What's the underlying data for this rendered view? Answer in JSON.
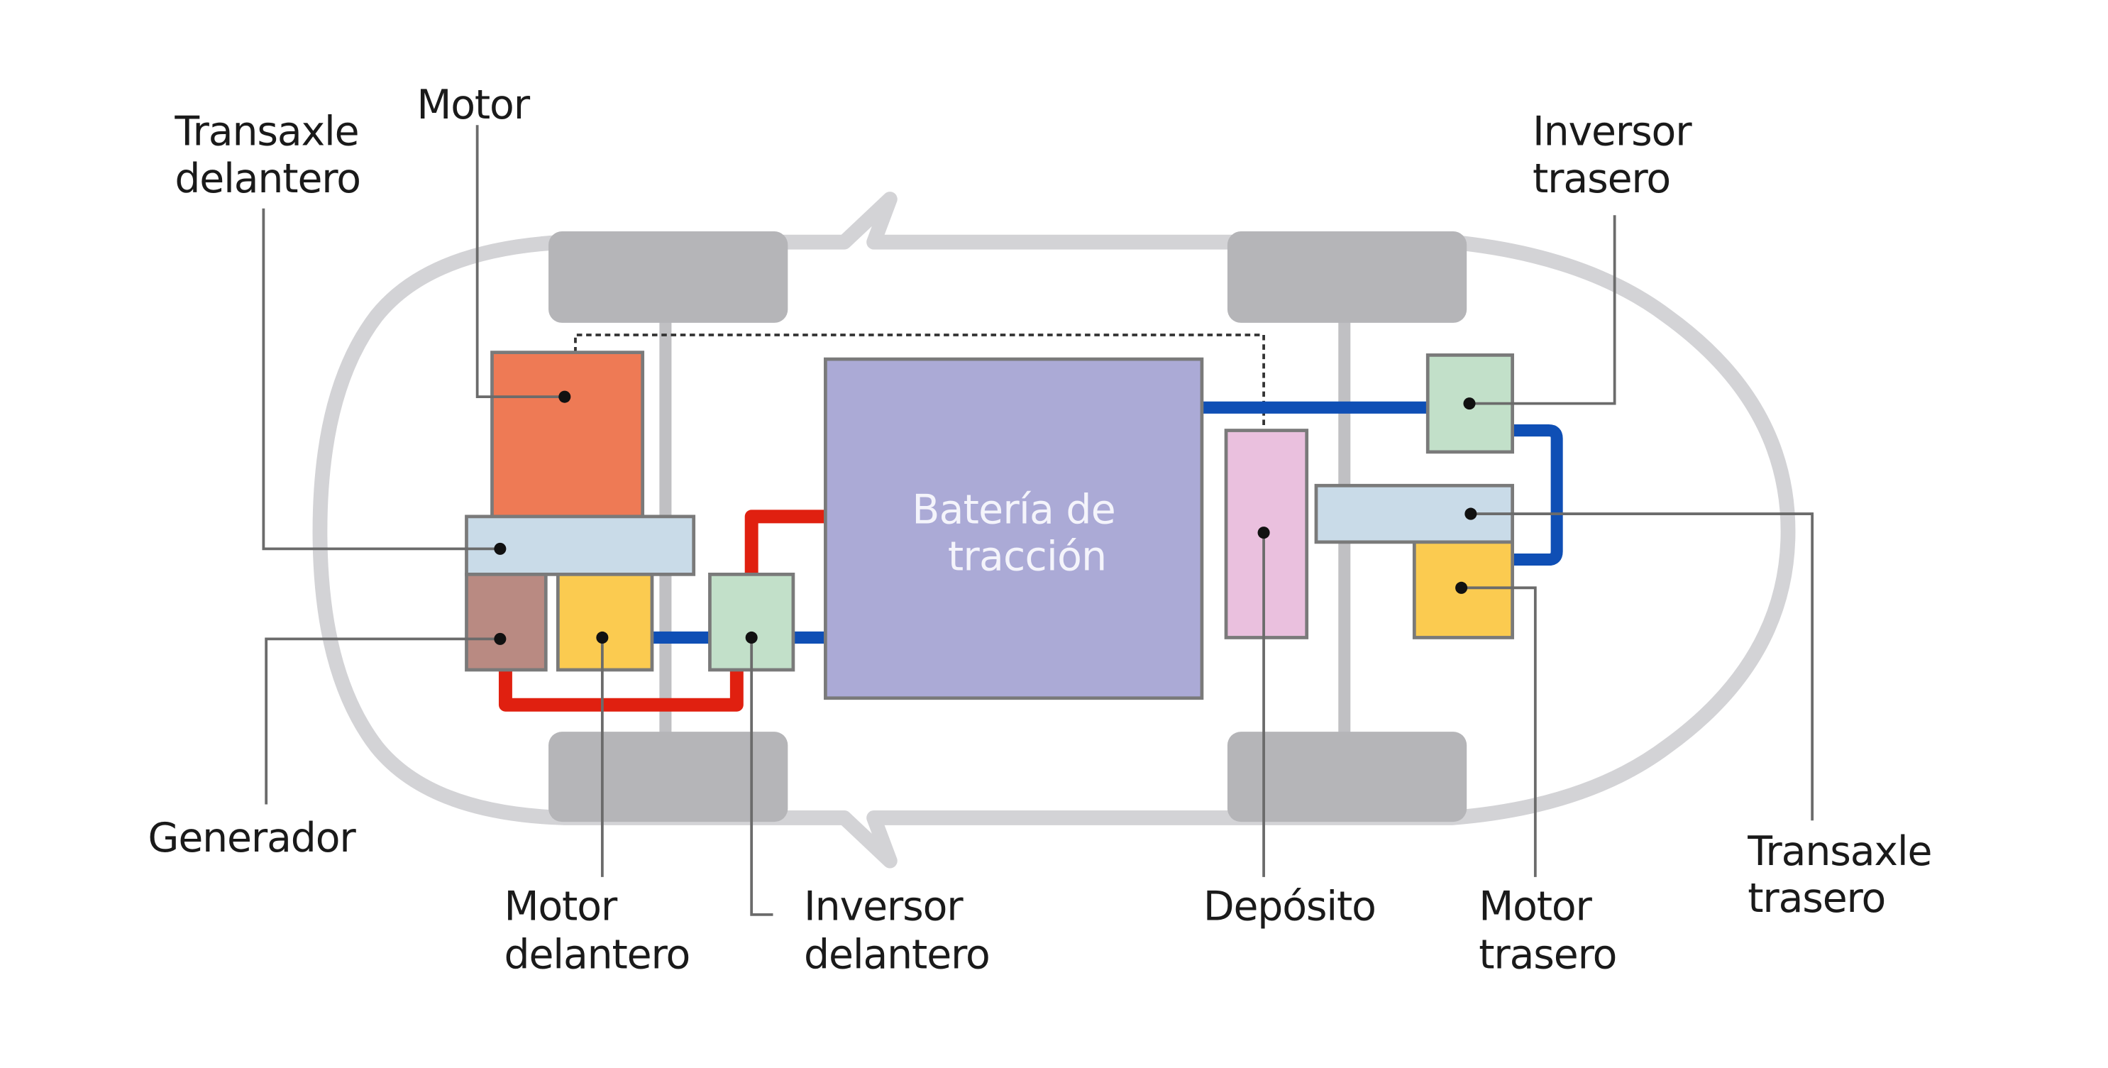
{
  "title": "Sistema híbrido de tracción total",
  "colors": {
    "motor": "#ee7a55",
    "transaxle": "#c9dbe8",
    "generator": "#b98a82",
    "electric_motor": "#fbcb50",
    "inverter": "#c2e0c9",
    "battery": "#abaad6",
    "tank": "#eac0de",
    "high_voltage_line": "#e02010",
    "low_voltage_line": "#0f4fb5",
    "body_outline": "#d3d3d6",
    "wheel": "#b5b5b8"
  },
  "components": {
    "battery": {
      "label_line1": "Batería de",
      "label_line2": "tracción"
    }
  },
  "labels": {
    "motor": {
      "line1": "Motor"
    },
    "front_transaxle": {
      "line1": "Transaxle",
      "line2": "delantero"
    },
    "generator": {
      "line1": "Generador"
    },
    "front_motor": {
      "line1": "Motor",
      "line2": "delantero"
    },
    "front_inverter": {
      "line1": "Inversor",
      "line2": "delantero"
    },
    "tank": {
      "line1": "Depósito"
    },
    "rear_motor": {
      "line1": "Motor",
      "line2": "trasero"
    },
    "rear_transaxle": {
      "line1": "Transaxle",
      "line2": "trasero"
    },
    "rear_inverter": {
      "line1": "Inversor",
      "line2": "trasero"
    }
  }
}
